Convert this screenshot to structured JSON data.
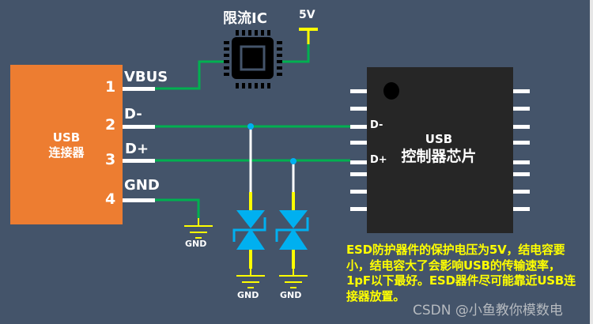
{
  "connector": {
    "line1": "USB",
    "line2": "连接器"
  },
  "pins": [
    {
      "num": "1",
      "name": "VBUS"
    },
    {
      "num": "2",
      "name": "D-"
    },
    {
      "num": "3",
      "name": "D+"
    },
    {
      "num": "4",
      "name": "GND"
    }
  ],
  "limiter": {
    "label": "限流IC"
  },
  "supply": {
    "label": "5V"
  },
  "controller": {
    "line1": "USB",
    "line2": "控制器芯片",
    "pin_dminus": "D-",
    "pin_dplus": "D+"
  },
  "grounds": [
    "GND",
    "GND",
    "GND"
  ],
  "note": "ESD防护器件的保护电压为5V，结电容要小，结电容大了会影响USB的传输速率，1pF以下最好。ESD器件尽可能靠近USB连接器放置。",
  "watermark": "CSDN @小鱼教你模数电",
  "colors": {
    "background": "#44546a",
    "connector": "#ed7d31",
    "wire": "#00b050",
    "tvs": "#00b0f0",
    "ground": "#ffff00",
    "chip": "#262626"
  }
}
